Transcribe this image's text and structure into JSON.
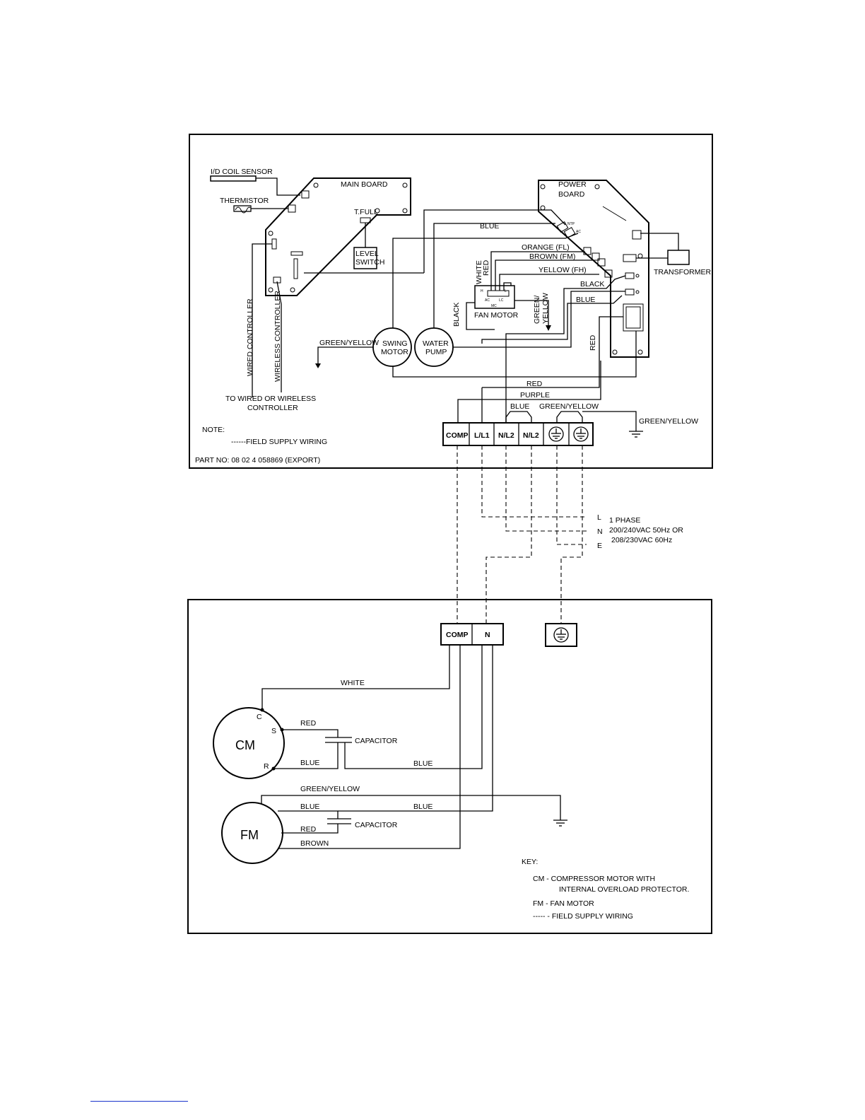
{
  "indoor": {
    "coil_sensor": "I/D COIL SENSOR",
    "thermistor": "THERMISTOR",
    "main_board": "MAIN BOARD",
    "t_full": "T.FULL",
    "level_switch_1": "LEVEL",
    "level_switch_2": "SWITCH",
    "power_board_1": "POWER",
    "power_board_2": "BOARD",
    "transformer": "TRANSFORMER",
    "fan_motor": "FAN MOTOR",
    "swing_motor_1": "SWING",
    "swing_motor_2": "MOTOR",
    "water_pump_1": "WATER",
    "water_pump_2": "PUMP",
    "wired_controller": "WIRED CONTROLLER",
    "wireless_controller": "WIRELESS CONTROLLER",
    "to_controller_1": "TO WIRED OR WIRELESS",
    "to_controller_2": "CONTROLLER",
    "note_label": "NOTE:",
    "note_text": "------FIELD SUPPLY  WIRING",
    "part_no": "PART NO: 08 02 4 058869 (EXPORT)",
    "wires": {
      "blue_top": "BLUE",
      "orange_fl": "ORANGE (FL)",
      "brown_fm": "BROWN (FM)",
      "yellow_fh": "YELLOW  (FH)",
      "black": "BLACK",
      "blue_mid": "BLUE",
      "white": "WHITE",
      "red_v": "RED",
      "black_v": "BLACK",
      "green_yellow_v1": "GREEN/",
      "green_yellow_v2": "YELLOW",
      "green_yellow_left": "GREEN/YELLOW",
      "red_right_v": "RED",
      "red_h": "RED",
      "purple": "PURPLE",
      "blue_jumper": "BLUE",
      "green_yellow_jumper": "GREEN/YELLOW",
      "green_yellow_ground": "GREEN/YELLOW"
    },
    "terminals": [
      "COMP",
      "L/L1",
      "N/L2",
      "N/L2"
    ],
    "fan_motor_pins": [
      "H",
      "L",
      "AC",
      "LC",
      "MC"
    ],
    "board_marks": [
      "NTP",
      "AC"
    ]
  },
  "supply": {
    "l": "L",
    "n": "N",
    "e": "E",
    "phase": "1 PHASE",
    "voltage_1": "200/240VAC  50Hz  OR",
    "voltage_2": "208/230VAC  60Hz"
  },
  "outdoor": {
    "terminals": [
      "COMP",
      "N"
    ],
    "cm": "CM",
    "fm": "FM",
    "cm_pins": [
      "C",
      "S",
      "R"
    ],
    "capacitor": "CAPACITOR",
    "wires": {
      "white": "WHITE",
      "red_cm": "RED",
      "blue_cm": "BLUE",
      "blue_cm_right": "BLUE",
      "green_yellow": "GREEN/YELLOW",
      "blue_fm": "BLUE",
      "blue_fm_right": "BLUE",
      "red_fm": "RED",
      "brown": "BROWN"
    },
    "key_title": "KEY:",
    "key_cm_1": "CM  -  COMPRESSOR MOTOR  WITH",
    "key_cm_2": "INTERNAL  OVERLOAD  PROTECTOR.",
    "key_fm": "FM  -  FAN  MOTOR",
    "key_field": "-----  -  FIELD SUPPLY  WIRING"
  }
}
